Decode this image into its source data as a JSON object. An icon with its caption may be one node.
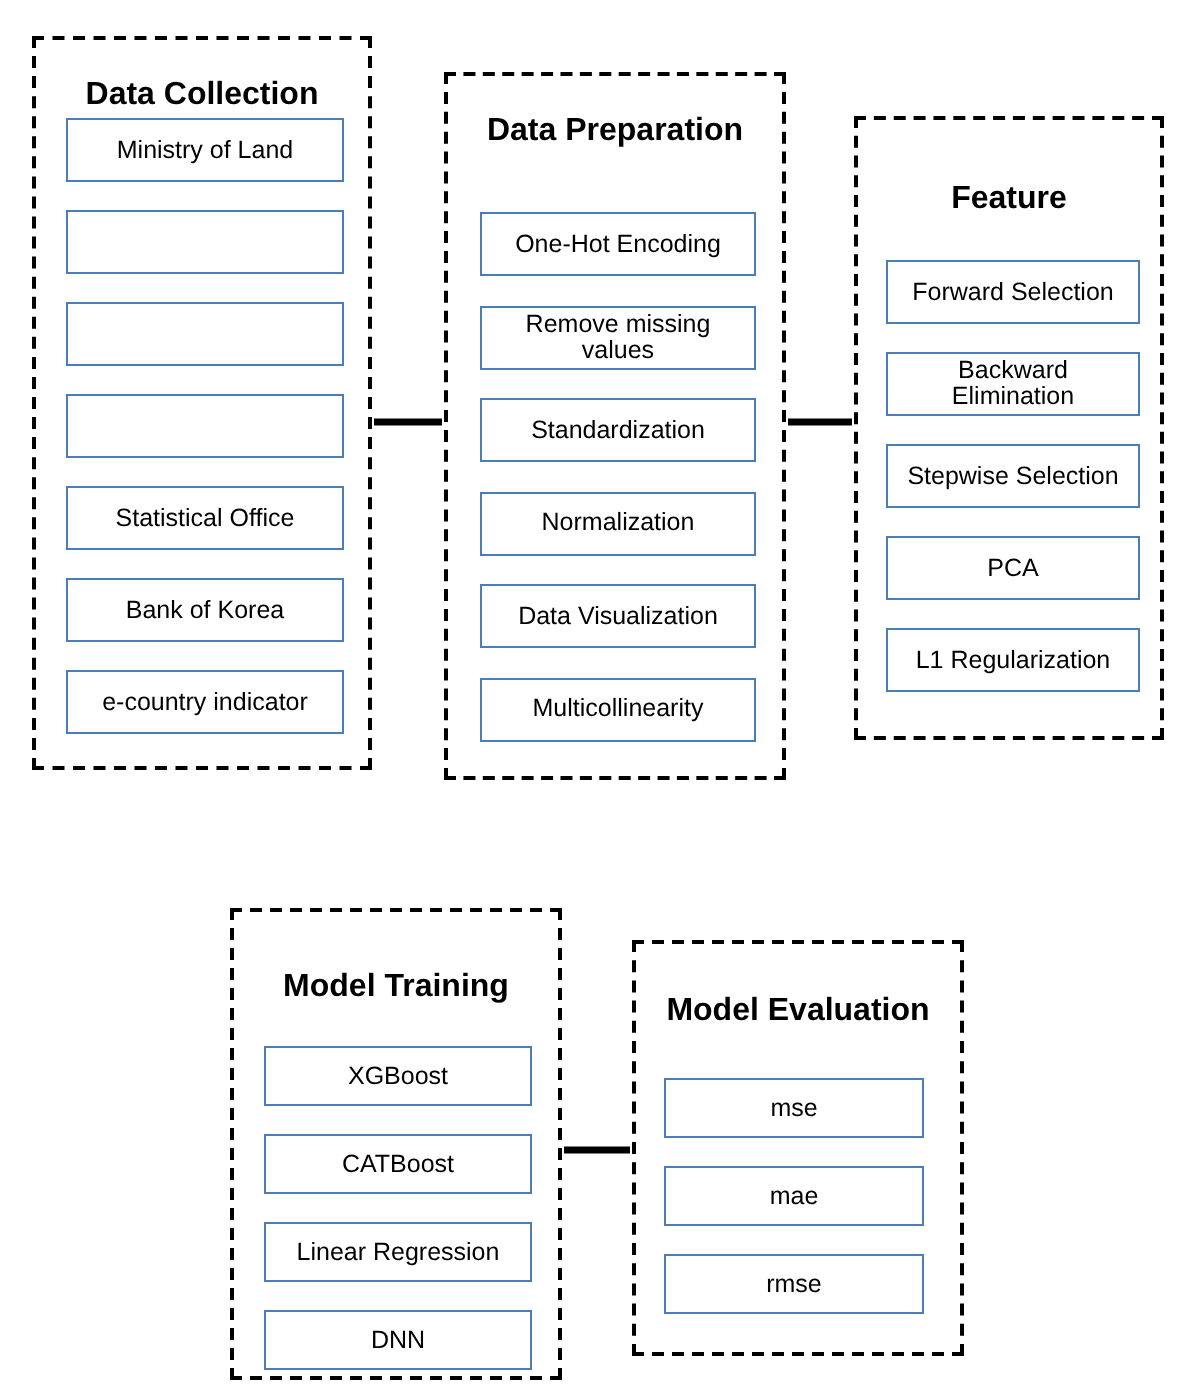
{
  "diagram": {
    "nodes": [
      {
        "text": [
          "Data Collection"
        ]
      },
      {
        "text": [
          "Ministry of Land"
        ],
        "in": 0
      },
      {
        "text": [],
        "shape": "box",
        "in": 0
      },
      {
        "text": [],
        "shape": "box",
        "in": 0
      },
      {
        "text": [],
        "shape": "box",
        "in": 0
      },
      {
        "text": [
          "Statistical Office"
        ],
        "in": 0
      },
      {
        "text": [
          "Bank of Korea"
        ],
        "in": 0
      },
      {
        "text": [
          "e-country indicator"
        ],
        "in": 0
      },
      {
        "text": [
          "Data Preparation"
        ]
      },
      {
        "text": [
          "One-Hot Encoding"
        ],
        "in": 8
      },
      {
        "text": [
          "Remove missing values"
        ],
        "in": 8
      },
      {
        "text": [
          "Standardization"
        ],
        "in": 8
      },
      {
        "text": [
          "Normalization"
        ],
        "in": 8
      },
      {
        "text": [
          "Data Visualization"
        ],
        "in": 8
      },
      {
        "text": [
          "Multicollinearity"
        ],
        "in": 8
      },
      {
        "text": [
          "Feature"
        ]
      },
      {
        "text": [
          "Forward Selection"
        ],
        "in": 15
      },
      {
        "text": [
          "Backward Elimination"
        ],
        "in": 15
      },
      {
        "text": [
          "Stepwise Selection"
        ],
        "in": 15
      },
      {
        "text": [
          "PCA"
        ],
        "in": 15
      },
      {
        "text": [
          "L1 Regularization"
        ],
        "in": 15
      },
      {
        "text": [
          "Model Training"
        ]
      },
      {
        "text": [
          "XGBoost"
        ],
        "in": 21
      },
      {
        "text": [
          "CATBoost"
        ],
        "in": 21
      },
      {
        "text": [
          "Linear Regression"
        ],
        "in": 21
      },
      {
        "text": [
          "DNN"
        ],
        "in": 21
      },
      {
        "text": [
          "Model Evaluation"
        ]
      },
      {
        "text": [
          "mse"
        ],
        "in": 26
      },
      {
        "text": [
          "mae"
        ],
        "in": 26
      },
      {
        "text": [
          "rmse"
        ],
        "in": 26
      }
    ],
    "edges": [
      {
        "from": 0,
        "to": 8,
        "arrow": "none"
      },
      {
        "from": 8,
        "to": 15,
        "arrow": "none"
      },
      {
        "from": 21,
        "to": 26,
        "arrow": "none"
      }
    ]
  }
}
